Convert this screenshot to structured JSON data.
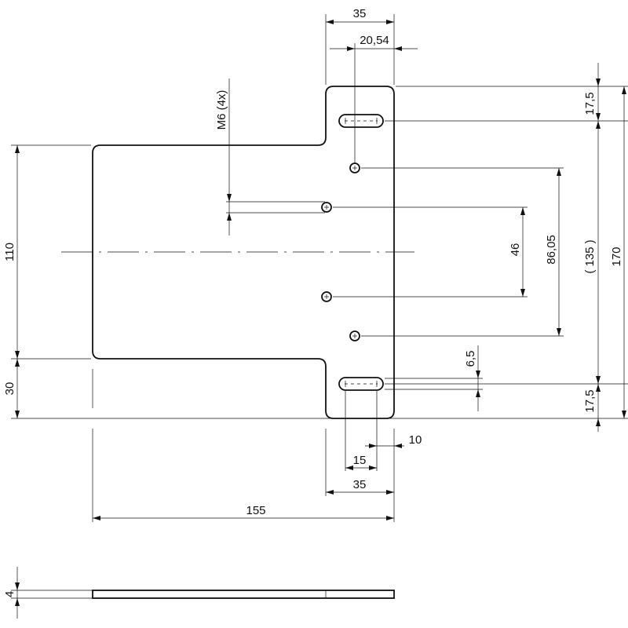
{
  "drawing": {
    "callout_thread": "M6 (4x)",
    "dimensions": {
      "top_tab_width": "35",
      "top_slot_offset": "20,54",
      "top_edge_to_slot": "17,5",
      "bottom_edge_to_slot": "17,5",
      "body_height": "110",
      "lower_step": "30",
      "inner_hole_spacing": "46",
      "outer_hole_spacing": "86,05",
      "slot_spacing": "( 135 )",
      "overall_height": "170",
      "slot_width": "6,5",
      "slot_end_offset": "10",
      "slot_length": "15",
      "bottom_tab_width": "35",
      "overall_width": "155",
      "thickness": "4"
    }
  }
}
